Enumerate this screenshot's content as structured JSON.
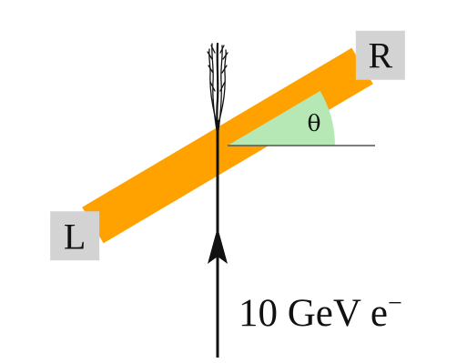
{
  "diagram": {
    "left_label": "L",
    "right_label": "R",
    "angle_label": "θ",
    "beam_label": "10 GeV e",
    "beam_charge": "−"
  },
  "colors": {
    "bar": "#FFA200",
    "end_caps": "#D3D3D3",
    "angle_wedge": "#B6E8B6",
    "ink": "#111111"
  }
}
